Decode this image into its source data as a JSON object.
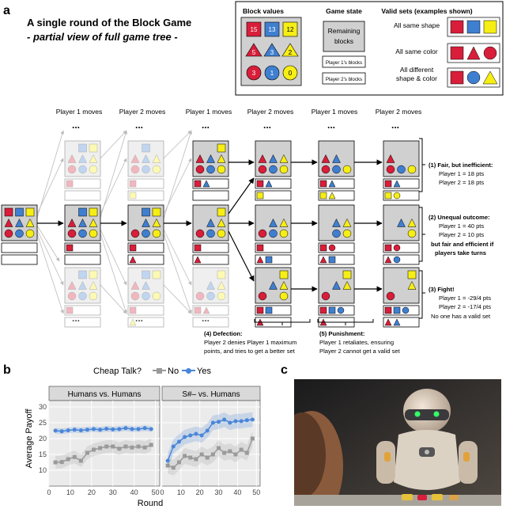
{
  "panel_a": {
    "label": "a",
    "title": "A single round of the Block Game",
    "subtitle": "- partial view of full game tree -",
    "legend": {
      "col_block_values": "Block values",
      "col_game_state": "Game state",
      "col_valid_sets": "Valid sets (examples shown)",
      "values": [
        "15",
        "13",
        "12",
        "5",
        "3",
        "2",
        "3",
        "1",
        "0"
      ],
      "remaining_blocks": "Remaining blocks",
      "player1_blocks": "Player 1's blocks",
      "player2_blocks": "Player 2's blocks",
      "set_same_shape": "All same shape",
      "set_same_color": "All same color",
      "set_diff_line1": "All different",
      "set_diff_line2": "shape & color"
    },
    "moves": [
      "Player 1 moves",
      "Player 2 moves",
      "Player 1 moves",
      "Player 2 moves",
      "Player 1 moves",
      "Player 2 moves"
    ],
    "ellipsis": "...",
    "outcomes": {
      "o1_title": "(1) Fair, but inefficient:",
      "o1_p1": "Player 1 = 18 pts",
      "o1_p2": "Player 2 = 18 pts",
      "o2_title": "(2) Unequal outcome:",
      "o2_p1": "Player 1 = 40 pts",
      "o2_p2": "Player 2 = 10 pts",
      "o2_note1": "but fair and efficient if",
      "o2_note2": "players take turns",
      "o3_title": "(3) Fight!",
      "o3_p1": "Player 1 = -29/4 pts",
      "o3_p2": "Player 2 = -17/4 pts",
      "o3_note": "No one has a valid set",
      "o4_title": "(4) Defection:",
      "o4_l1": "Player 2 denies Player 1 maximum",
      "o4_l2": "points, and tries to get a better set",
      "o5_title": "(5) Punishment:",
      "o5_l1": "Player 1 retaliates, ensuring",
      "o5_l2": "Player 2 cannot get a valid set"
    },
    "colors": {
      "red": "#d81e3a",
      "blue": "#3f7fd0",
      "yellow": "#f6ee15",
      "grey": "#cfcfcf"
    }
  },
  "panel_b": {
    "label": "b",
    "legend_title": "Cheap Talk?",
    "legend_no": "No",
    "legend_yes": "Yes",
    "ylabel": "Average Payoff",
    "xlabel": "Round",
    "facet1": "Humans vs. Humans",
    "facet2": "S#– vs. Humans"
  },
  "panel_c": {
    "label": "c"
  },
  "chart_data": [
    {
      "type": "line",
      "title": "Humans vs. Humans",
      "xlabel": "Round",
      "ylabel": "Average Payoff",
      "xlim": [
        0,
        52
      ],
      "ylim": [
        5,
        32
      ],
      "xticks": [
        0,
        10,
        20,
        30,
        40,
        50
      ],
      "yticks": [
        10,
        15,
        20,
        25,
        30
      ],
      "x": [
        3,
        6,
        9,
        12,
        15,
        18,
        21,
        24,
        27,
        30,
        33,
        36,
        39,
        42,
        45,
        48
      ],
      "series": [
        {
          "name": "No",
          "color": "#9a9a9a",
          "values": [
            12.5,
            12.6,
            13.5,
            14.2,
            13.0,
            15.5,
            16.5,
            17.0,
            17.5,
            17.5,
            16.8,
            17.5,
            17.2,
            17.5,
            17.2,
            18.0
          ],
          "band": [
            2.0,
            2.0,
            2.0,
            2.0,
            2.0,
            2.0,
            2.0,
            2.0,
            2.0,
            2.0,
            2.0,
            2.0,
            2.0,
            2.0,
            2.0,
            2.0
          ]
        },
        {
          "name": "Yes",
          "color": "#4a86d8",
          "values": [
            22.5,
            22.3,
            22.6,
            22.8,
            22.6,
            22.8,
            23.0,
            22.8,
            23.1,
            22.9,
            23.0,
            23.3,
            23.0,
            23.0,
            23.3,
            23.0
          ],
          "band": [
            0.9,
            0.9,
            0.9,
            0.9,
            0.9,
            0.9,
            0.9,
            0.9,
            0.9,
            0.9,
            0.9,
            0.9,
            0.9,
            0.9,
            0.9,
            0.9
          ]
        }
      ]
    },
    {
      "type": "line",
      "title": "S#– vs. Humans",
      "xlabel": "Round",
      "ylabel": "Average Payoff",
      "xlim": [
        0,
        52
      ],
      "ylim": [
        5,
        32
      ],
      "xticks": [
        0,
        10,
        20,
        30,
        40,
        50
      ],
      "yticks": [
        10,
        15,
        20,
        25,
        30
      ],
      "x": [
        3,
        6,
        9,
        12,
        15,
        18,
        21,
        24,
        27,
        30,
        33,
        36,
        39,
        42,
        45,
        48
      ],
      "series": [
        {
          "name": "No",
          "color": "#9a9a9a",
          "values": [
            11.5,
            10.8,
            12.5,
            14.5,
            14.0,
            13.5,
            15.0,
            14.0,
            15.0,
            17.0,
            15.5,
            16.0,
            15.0,
            16.5,
            15.5,
            20.0
          ],
          "band": [
            2.5,
            2.5,
            2.5,
            2.5,
            2.5,
            2.5,
            2.5,
            2.5,
            2.5,
            2.5,
            2.5,
            2.5,
            2.5,
            2.5,
            2.5,
            2.5
          ]
        },
        {
          "name": "Yes",
          "color": "#4a86d8",
          "values": [
            13.0,
            17.5,
            19.0,
            20.5,
            21.0,
            21.5,
            21.0,
            22.5,
            25.0,
            25.3,
            26.0,
            25.0,
            25.5,
            25.5,
            25.8,
            26.0
          ],
          "band": [
            2.3,
            2.3,
            2.3,
            2.3,
            2.3,
            2.3,
            2.3,
            2.3,
            2.3,
            2.3,
            2.3,
            2.3,
            2.3,
            2.3,
            2.3,
            2.3
          ]
        }
      ]
    }
  ]
}
